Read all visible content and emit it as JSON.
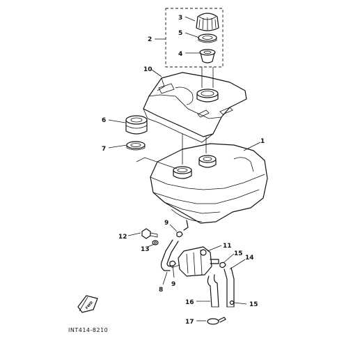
{
  "callouts": {
    "c1": "1",
    "c2": "2",
    "c3": "3",
    "c4": "4",
    "c5": "5",
    "c6": "6",
    "c7": "7",
    "c8": "8",
    "c9a": "9",
    "c9b": "9",
    "c10": "10",
    "c11": "11",
    "c12": "12",
    "c13": "13",
    "c14": "14",
    "c15a": "15",
    "c15b": "15",
    "c16": "16",
    "c17": "17"
  },
  "fwd_label": "FWD",
  "diagram_code": "INT414-8210"
}
